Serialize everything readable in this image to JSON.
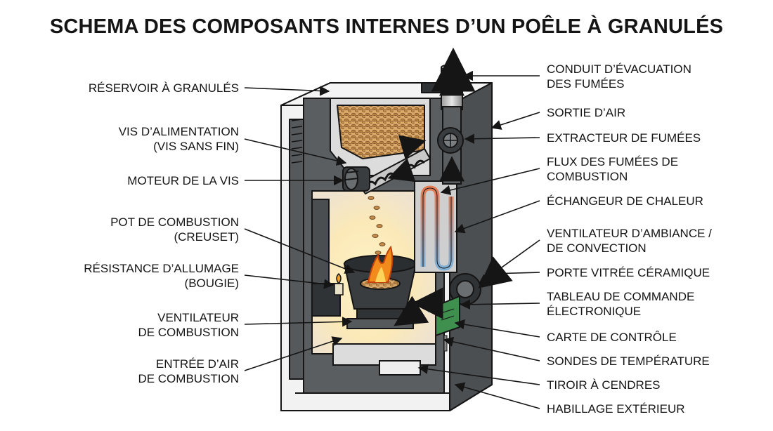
{
  "title": "SCHEMA DES COMPOSANTS INTERNES D’UN POÊLE À GRANULÉS",
  "labels_left": [
    {
      "id": "reservoir",
      "lines": [
        "RÉSERVOIR À GRANULÉS"
      ]
    },
    {
      "id": "vis",
      "lines": [
        "VIS D’ALIMENTATION",
        "(VIS SANS FIN)"
      ]
    },
    {
      "id": "moteur",
      "lines": [
        "MOTEUR DE LA VIS"
      ]
    },
    {
      "id": "pot",
      "lines": [
        "POT DE COMBUSTION",
        "(CREUSET)"
      ]
    },
    {
      "id": "resistance",
      "lines": [
        "RÉSISTANCE D’ALLUMAGE",
        "(BOUGIE)"
      ]
    },
    {
      "id": "ventilateur-combustion",
      "lines": [
        "VENTILATEUR",
        "DE COMBUSTION"
      ]
    },
    {
      "id": "entree-air",
      "lines": [
        "ENTRÉE D’AIR",
        "DE COMBUSTION"
      ]
    }
  ],
  "labels_right": [
    {
      "id": "conduit",
      "lines": [
        "CONDUIT D’ÉVACUATION",
        "DES FUMÉES"
      ]
    },
    {
      "id": "sortie-air",
      "lines": [
        "SORTIE D’AIR"
      ]
    },
    {
      "id": "extracteur",
      "lines": [
        "EXTRACTEUR DE FUMÉES"
      ]
    },
    {
      "id": "flux",
      "lines": [
        "FLUX DES FUMÉES DE",
        "COMBUSTION"
      ]
    },
    {
      "id": "echangeur",
      "lines": [
        "ÉCHANGEUR DE CHALEUR"
      ]
    },
    {
      "id": "ventilateur-ambiance",
      "lines": [
        "VENTILATEUR D’AMBIANCE /",
        "DE CONVECTION"
      ]
    },
    {
      "id": "porte",
      "lines": [
        "PORTE VITRÉE CÉRAMIQUE"
      ]
    },
    {
      "id": "tableau",
      "lines": [
        "TABLEAU DE COMMANDE",
        "ÉLECTRONIQUE"
      ]
    },
    {
      "id": "carte",
      "lines": [
        "CARTE DE CONTRÔLE"
      ]
    },
    {
      "id": "sondes",
      "lines": [
        "SONDES DE TEMPÉRATURE"
      ]
    },
    {
      "id": "tiroir",
      "lines": [
        "TIROIR À CENDRES"
      ]
    },
    {
      "id": "habillage",
      "lines": [
        "HABILLAGE EXTÉRIEUR"
      ]
    }
  ],
  "colors": {
    "outline": "#151515",
    "casing": "#f1f1f1",
    "frame": "#555a5e",
    "pellet": "#c9924e",
    "flame": "#f38a1c",
    "hot_arrow": "#e05a38",
    "cold_arrow": "#6fa8dc",
    "board": "#3f8f4f"
  }
}
